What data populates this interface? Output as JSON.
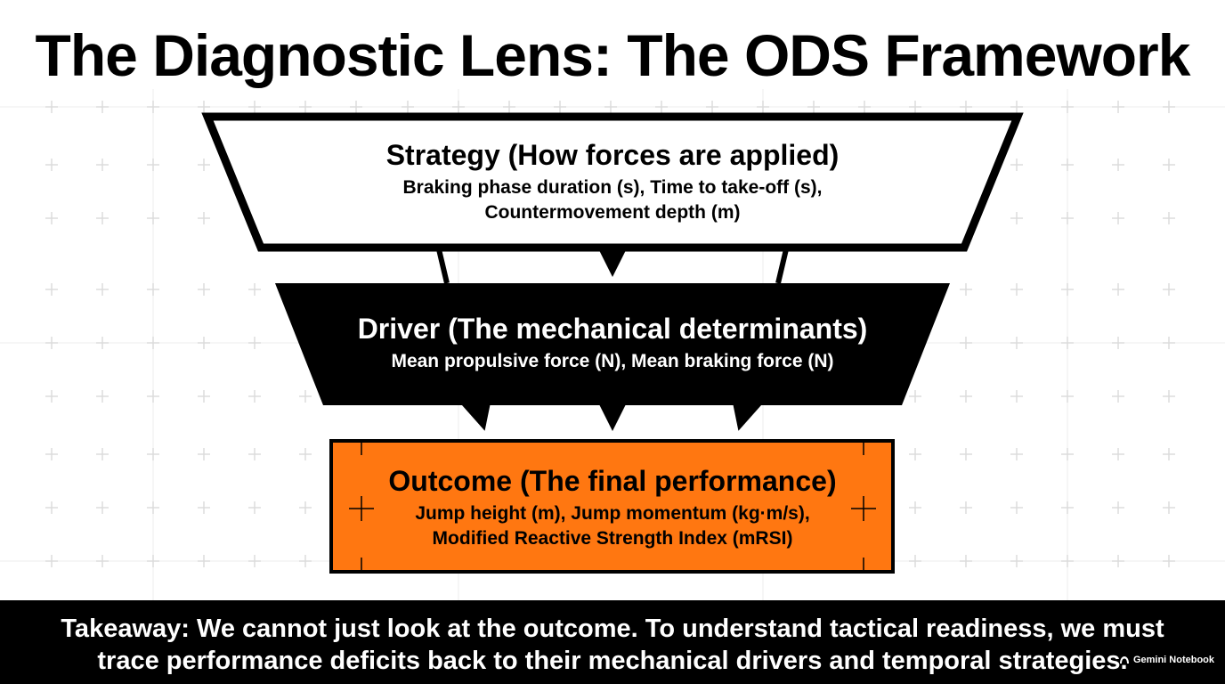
{
  "title": "The Diagnostic Lens: The ODS Framework",
  "stages": {
    "strategy": {
      "heading": "Strategy (How forces are applied)",
      "line1": "Braking phase duration (s), Time to take-off (s),",
      "line2": "Countermovement depth (m)"
    },
    "driver": {
      "heading": "Driver (The mechanical determinants)",
      "line1": "Mean propulsive force (N), Mean braking force (N)"
    },
    "outcome": {
      "heading": "Outcome (The final performance)",
      "line1": "Jump height (m), Jump momentum (kg·m/s),",
      "line2": "Modified Reactive Strength Index (mRSI)"
    }
  },
  "takeaway": {
    "line1": "Takeaway: We cannot just look at the outcome. To understand tactical readiness, we must",
    "line2": "trace performance deficits back to their mechanical drivers and temporal strategies."
  },
  "watermark": {
    "text": "Gemini Notebook",
    "icon": "notebook-logo-icon"
  },
  "colors": {
    "outcome_fill": "#FF7711",
    "driver_fill": "#000000",
    "strategy_fill": "#FFFFFF",
    "takeaway_bg": "#000000"
  }
}
